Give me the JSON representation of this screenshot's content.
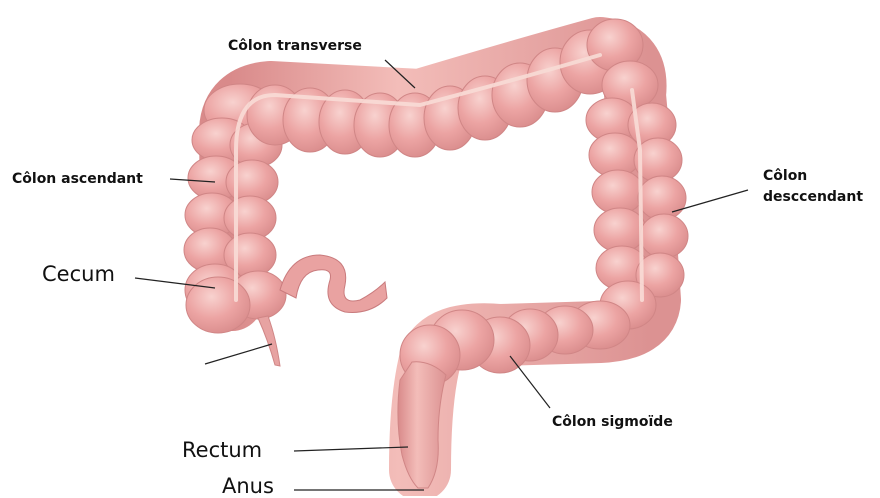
{
  "labels": {
    "transverse": "Côlon transverse",
    "ascending": "Côlon ascendant",
    "descending_1": "Côlon",
    "descending_2": "desccendant",
    "cecum": "Cecum",
    "sigmoid": "Côlon sigmoïde",
    "rectum": "Rectum",
    "anus": "Anus"
  },
  "colors": {
    "colon_fill": "#eaa0a0",
    "colon_light": "#f6c9c6",
    "colon_shadow": "#cf7f80",
    "taenia": "#f8dcd6",
    "leader": "#222222"
  }
}
